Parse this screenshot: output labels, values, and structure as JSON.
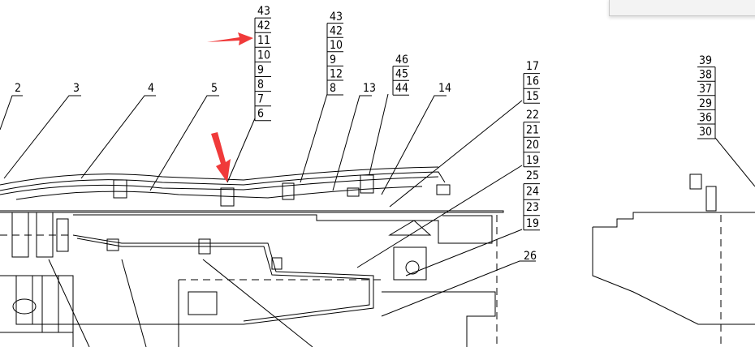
{
  "drawing": {
    "single_labels": [
      "2",
      "3",
      "4",
      "5",
      "13",
      "14",
      "26"
    ],
    "stack_a": [
      "43",
      "42",
      "11",
      "10",
      "9",
      "8",
      "7",
      "6"
    ],
    "stack_b": [
      "43",
      "42",
      "10",
      "9",
      "12",
      "8"
    ],
    "stack_c": [
      "46",
      "45",
      "44"
    ],
    "stack_d1": [
      "17",
      "16",
      "15"
    ],
    "stack_d2": [
      "22",
      "21",
      "20",
      "19"
    ],
    "stack_d3": [
      "25",
      "24",
      "23",
      "19"
    ],
    "stack_e": [
      "39",
      "38",
      "37",
      "29",
      "36",
      "30"
    ]
  },
  "annotations": {
    "arrow_color": "#f03a3a"
  }
}
